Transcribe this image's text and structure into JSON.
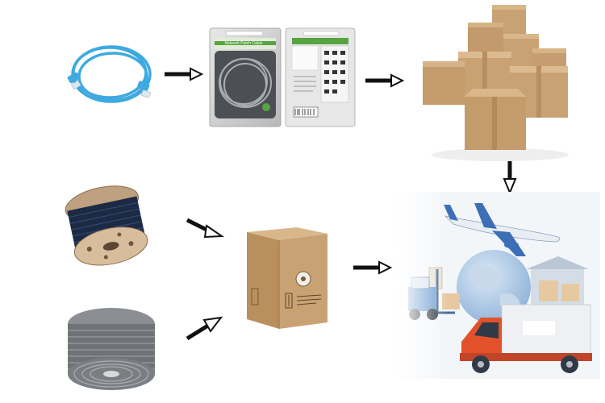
{
  "diagram": {
    "nodes": [
      {
        "id": "patch-cable",
        "icon": "blue-patch-cable-icon"
      },
      {
        "id": "retail-bags",
        "icon": "retail-package-icon",
        "package_text": "Network Patch Cable"
      },
      {
        "id": "carton-stack",
        "icon": "carton-boxes-icon"
      },
      {
        "id": "cable-reel",
        "icon": "cable-reel-icon"
      },
      {
        "id": "cable-coil",
        "icon": "cable-coil-icon"
      },
      {
        "id": "cable-box",
        "icon": "pull-box-carton-icon"
      },
      {
        "id": "logistics",
        "icon": "logistics-shipping-icon"
      }
    ],
    "arrows": [
      {
        "from": "patch-cable",
        "to": "retail-bags"
      },
      {
        "from": "retail-bags",
        "to": "carton-stack"
      },
      {
        "from": "carton-stack",
        "to": "logistics"
      },
      {
        "from": "cable-reel",
        "to": "cable-box"
      },
      {
        "from": "cable-coil",
        "to": "cable-box"
      },
      {
        "from": "cable-box",
        "to": "logistics"
      }
    ]
  },
  "colors": {
    "arrow": "#111111",
    "cable_blue": "#3fa9e0",
    "cardboard": "#c9a274",
    "cardboard_dark": "#a77f52",
    "reel_cable": "#1c2a44",
    "coil_gray": "#6f7378",
    "truck_orange": "#e2512a",
    "plane_blue": "#3d6fb6"
  }
}
